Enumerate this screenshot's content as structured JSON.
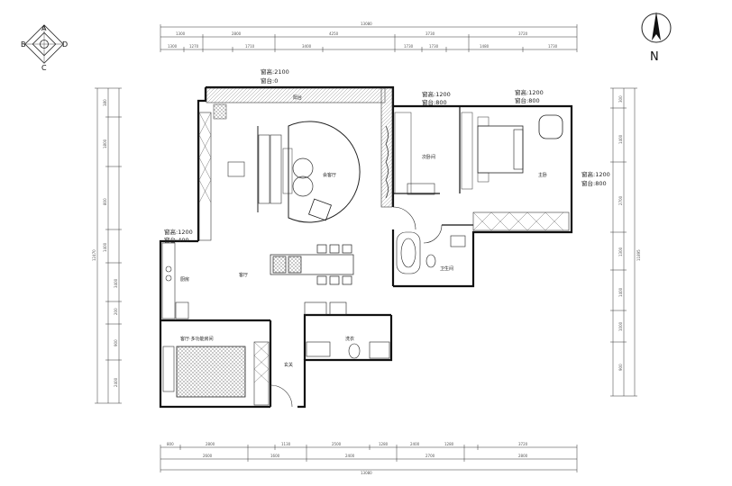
{
  "north_label": "N",
  "compass": {
    "a": "A",
    "b": "B",
    "c": "C",
    "d": "D"
  },
  "windows": {
    "top": {
      "h": "窗高:2100",
      "sill": "窗台:0"
    },
    "bedroom2": {
      "h": "窗高:1200",
      "sill": "窗台:800"
    },
    "master_top": {
      "h": "窗高:1200",
      "sill": "窗台:800"
    },
    "master_right": {
      "h": "窗高:1200",
      "sill": "窗台:800"
    },
    "kitchen": {
      "h": "窗高:1200",
      "sill": "窗台:400"
    }
  },
  "rooms": {
    "balcony": "阳台",
    "tea": "会客厅",
    "living": "客厅",
    "kitchen": "厨房",
    "bedroom2": "次卧间",
    "master": "主卧",
    "multi": "客厅·多功能房间",
    "entry": "玄关",
    "bath": "卫生间",
    "laundry": "洗衣"
  },
  "dims": {
    "top_total": "13080",
    "top_row1": [
      "1300",
      "2800",
      "4250",
      "3730",
      "3720"
    ],
    "top_row2": [
      "1300",
      "1270",
      "1710",
      "3400",
      "1730",
      "1730",
      "1480",
      "1730"
    ],
    "bottom_row1": [
      "800",
      "2800",
      "1130",
      "2500",
      "1280",
      "2400",
      "1280",
      "3720"
    ],
    "bottom_row2": [
      "2600",
      "1600",
      "2400",
      "2700",
      "2800"
    ],
    "bottom_total": "13080",
    "left_total": "12470",
    "left_col1": [
      "380",
      "1800",
      "800",
      "1400",
      "3400",
      "200",
      "900",
      "2400"
    ],
    "right_total": "11895",
    "right_col1": [
      "300",
      "1400",
      "2700",
      "1300",
      "1400",
      "1000",
      "900"
    ]
  }
}
